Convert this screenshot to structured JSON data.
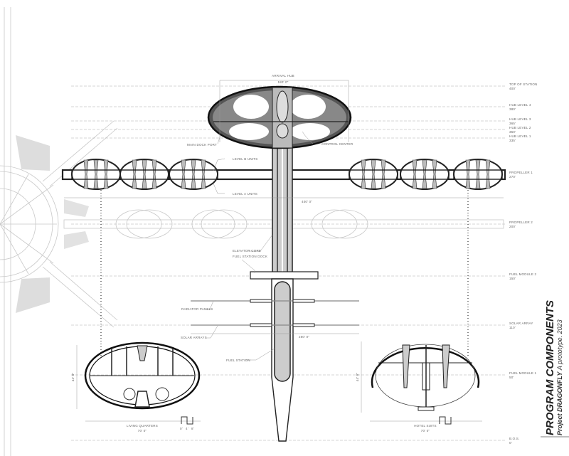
{
  "title": "PROGRAM COMPONENTS",
  "subtitle_prefix": "Project",
  "subtitle_project": "DRAGONFLY",
  "subtitle_suffix": "A prototype. 2023",
  "levels": [
    {
      "name": "TOP OF STATION",
      "elev": "400'"
    },
    {
      "name": "HUB LEVEL 4",
      "elev": "380'"
    },
    {
      "name": "HUB LEVEL 3",
      "elev": "365'"
    },
    {
      "name": "HUB LEVEL 2",
      "elev": "350'"
    },
    {
      "name": "HUB LEVEL 1",
      "elev": "335'"
    },
    {
      "name": "PROPELLER 1",
      "elev": "270'"
    },
    {
      "name": "PROPELLER 2",
      "elev": "200'"
    },
    {
      "name": "FUEL MODULE 2",
      "elev": "150'"
    },
    {
      "name": "SOLAR ARRAY",
      "elev": "110'"
    },
    {
      "name": "FUEL MODULE 1",
      "elev": "50'"
    },
    {
      "name": "B.O.S.",
      "elev": "0'"
    }
  ],
  "labels": {
    "arrival_hub": "ARRIVAL HUB",
    "arrival_hub_dim": "180' 0\"",
    "main_dock_port": "MAIN DOCK PORT",
    "control_center": "CONTROL CENTER",
    "level_b_units": "LEVEL B UNITS",
    "level_a_units": "LEVEL A UNITS",
    "propeller_dim": "400' 0\"",
    "elevator_core": "ELEVATOR CORE",
    "fuel_station_dock": "FUEL STATION DOCK",
    "radiator_panels": "RADIATOR PANELS",
    "solar_arrays": "SOLAR ARRAYS",
    "solar_dim": "260' 0\"",
    "fuel_station": "FUEL STATION",
    "living_quarters": "LIVING QUARTERS",
    "living_dim": "70' 0\"",
    "living_height": "44' 0\"",
    "hotel_suits": "HOTEL SUITS",
    "hotel_dim": "70' 0\"",
    "hotel_height": "44' 0\"",
    "scale": [
      "0'",
      "4'",
      "8'"
    ]
  }
}
